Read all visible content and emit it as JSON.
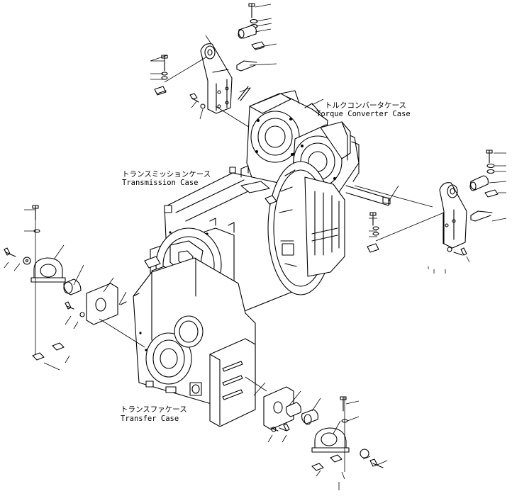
{
  "labels": {
    "torque_converter_jp": "トルクコンバータケース",
    "torque_converter_en": "Torque Converter Case",
    "transmission_jp": "トランスミッションケース",
    "transmission_en": "Transmission Case",
    "transfer_jp": "トランスファケース",
    "transfer_en": "Transfer Case"
  }
}
